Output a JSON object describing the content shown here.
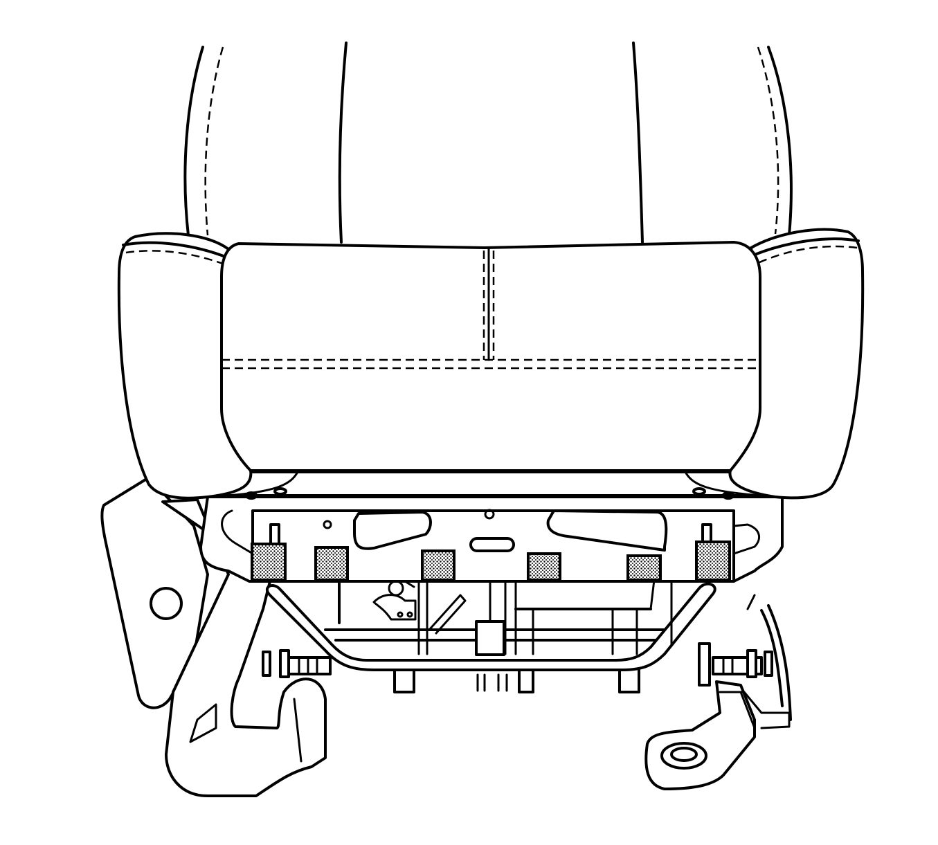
{
  "figure": {
    "subject": "seat-cushion-underside",
    "line_color": "#000000",
    "background_color": "#ffffff",
    "highlight_pattern": "stippled",
    "highlighted_pad_count": 6
  }
}
